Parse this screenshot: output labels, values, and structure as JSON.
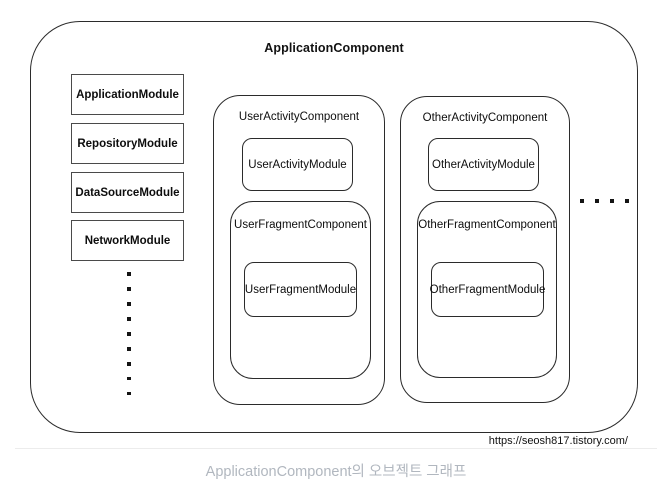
{
  "diagram": {
    "title": "ApplicationComponent",
    "left_modules": [
      "ApplicationModule",
      "RepositoryModule",
      "DataSourceModule",
      "NetworkModule"
    ],
    "vertical_ellipsis_dots": 9,
    "horizontal_ellipsis_dots": 4,
    "components": [
      {
        "label": "UserActivityComponent",
        "module": "UserActivityModule",
        "child": {
          "label": "UserFragmentComponent",
          "module": "UserFragmentModule"
        }
      },
      {
        "label": "OtherActivityComponent",
        "module": "OtherActivityModule",
        "child": {
          "label": "OtherFragmentComponent",
          "module": "OtherFragmentModule"
        }
      }
    ],
    "watermark": "https://seosh817.tistory.com/"
  },
  "caption": "ApplicationComponent의 오브젝트 그래프",
  "colors": {
    "diagram_border": "#2b2b2b",
    "module_box_border": "#4a4a4a",
    "text": "#0d0d0d",
    "caption_text": "#b1b7bf",
    "divider": "#ececec",
    "background": "#ffffff"
  }
}
